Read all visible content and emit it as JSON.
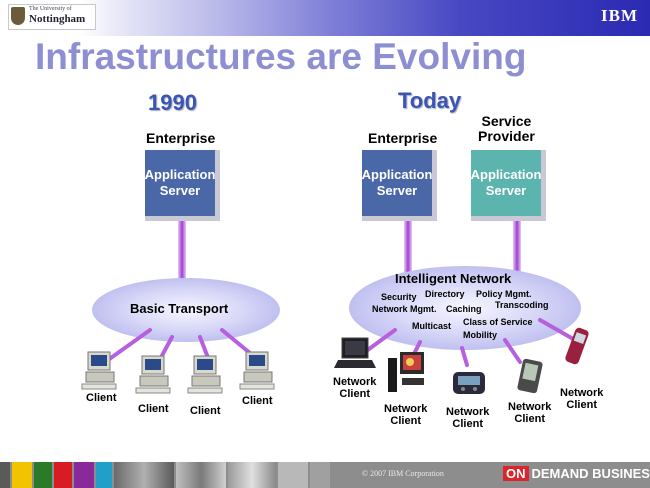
{
  "header": {
    "logo_small": "The University of",
    "logo_name": "Nottingham",
    "brand": "IBM"
  },
  "title": "Infrastructures are Evolving",
  "left": {
    "year": "1990",
    "enterprise": "Enterprise",
    "server": [
      "Application",
      "Server"
    ],
    "transport": "Basic Transport",
    "clients": [
      "Client",
      "Client",
      "Client",
      "Client"
    ]
  },
  "right": {
    "year": "Today",
    "enterprise": "Enterprise",
    "provider": [
      "Service",
      "Provider"
    ],
    "server_enterprise": [
      "Application",
      "Server"
    ],
    "server_provider": [
      "Application",
      "Server"
    ],
    "network_title": "Intelligent Network",
    "network_services": [
      "Security",
      "Directory",
      "Policy Mgmt.",
      "Network Mgmt.",
      "Caching",
      "Transcoding",
      "Multicast",
      "Class of Service",
      "Mobility"
    ],
    "clients": [
      [
        "Network",
        "Client"
      ],
      [
        "Network",
        "Client"
      ],
      [
        "Network",
        "Client"
      ],
      [
        "Network",
        "Client"
      ],
      [
        "Network",
        "Client"
      ]
    ]
  },
  "footer": {
    "copyright": "© 2007 IBM Corporation",
    "on": "ON",
    "demand": "DEMAND BUSINESS"
  },
  "colors": {
    "title": "#8e8ed3",
    "year": "#3b55b5",
    "server_blue": "#4a67a8",
    "server_teal": "#5bb4ad",
    "link": "#b058d8",
    "cloud": "#c4c4f4"
  }
}
